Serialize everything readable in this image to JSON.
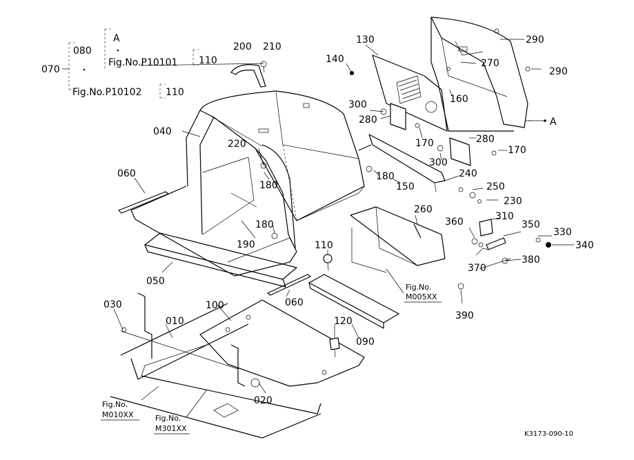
{
  "labels": {
    "p070": "070",
    "p080": "080",
    "ptA1": "A",
    "fig_p10101": "Fig.No.P10101",
    "p110a": "110",
    "fig_p10102": "Fig.No.P10102",
    "p110b": "110",
    "p200": "200",
    "p210": "210",
    "p130": "130",
    "p140": "140",
    "p290a": "290",
    "p290b": "290",
    "p270": "270",
    "p160": "160",
    "ptA2": "A",
    "p040": "040",
    "p300a": "300",
    "p280a": "280",
    "p170a": "170",
    "p280b": "280",
    "p220": "220",
    "p300b": "300",
    "p170b": "170",
    "p060a": "060",
    "p180a": "180",
    "p180b": "180",
    "p150": "150",
    "p240": "240",
    "p250": "250",
    "p230": "230",
    "p260": "260",
    "p310": "310",
    "p360": "360",
    "p350": "350",
    "p330": "330",
    "p340": "340",
    "p180c": "180",
    "p190": "190",
    "p110c": "110",
    "p370": "370",
    "p380": "380",
    "p050": "050",
    "fig_m005_a": "Fig.No.",
    "fig_m005_b": "M005XX",
    "p060b": "060",
    "p390": "390",
    "p030": "030",
    "p010": "010",
    "p100": "100",
    "p120": "120",
    "p090": "090",
    "p020": "020",
    "fig_m010_a": "Fig.No.",
    "fig_m010_b": "M010XX",
    "fig_m301_a": "Fig.No.",
    "fig_m301_b": "M301XX",
    "ref_code": "K3173-090-10"
  }
}
